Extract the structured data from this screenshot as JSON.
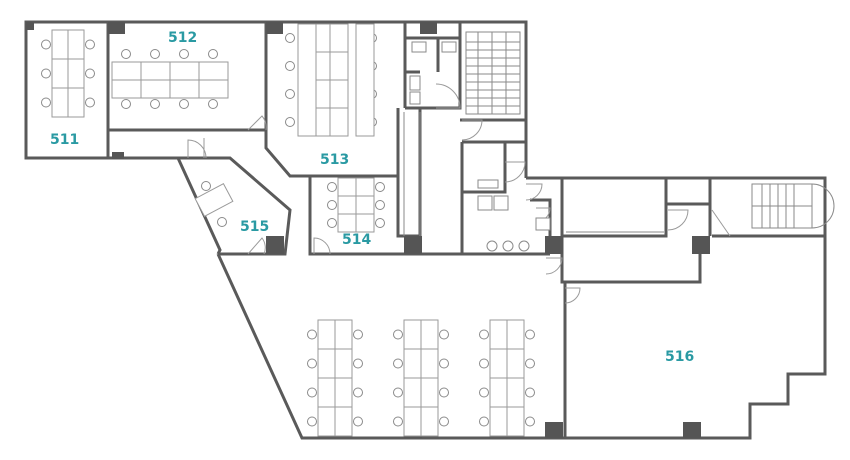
{
  "floor_plan": {
    "rooms": [
      {
        "id": "511",
        "label": "511"
      },
      {
        "id": "512",
        "label": "512"
      },
      {
        "id": "513",
        "label": "513"
      },
      {
        "id": "514",
        "label": "514"
      },
      {
        "id": "515",
        "label": "515"
      },
      {
        "id": "516",
        "label": "516"
      }
    ],
    "colors": {
      "label": "#2a9aa3",
      "wall": "#5a5a5a",
      "furniture": "#9a9a9a",
      "column": "#555555"
    }
  }
}
